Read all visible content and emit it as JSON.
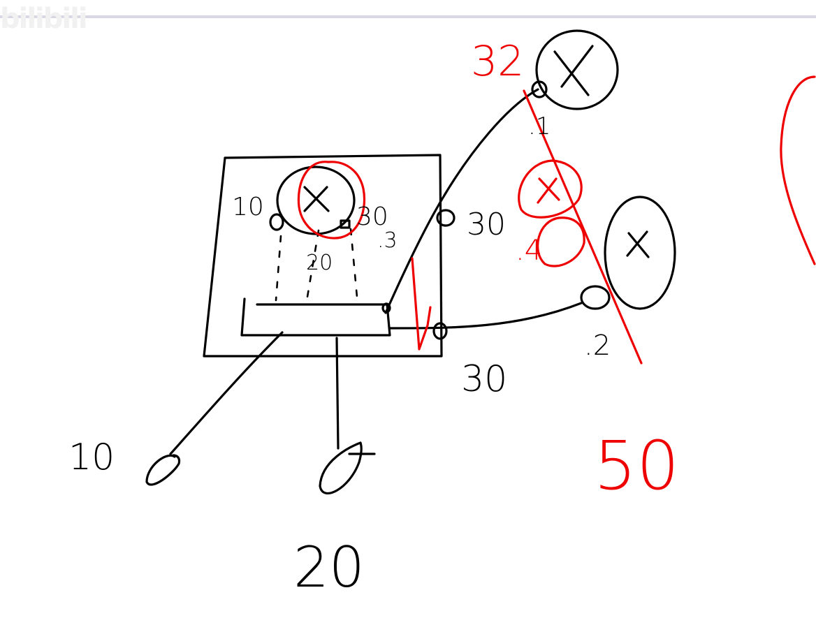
{
  "watermark": {
    "text": "bilibili"
  },
  "colors": {
    "ink_black": "#000000",
    "ink_red": "#ee0000",
    "background": "#ffffff"
  },
  "labels": {
    "black": {
      "left_10": "10",
      "pulley_right_30": "30",
      "point_03": ".3",
      "mid_20": "20",
      "right_30_top": "30",
      "right_30_bottom": "30",
      "bottom_left_10": "10",
      "bottom_20": "20",
      "point_01": ".1",
      "point_02": ".2"
    },
    "red": {
      "top_32": "32",
      "mid_04": ".4",
      "bottom_50": "50"
    }
  }
}
